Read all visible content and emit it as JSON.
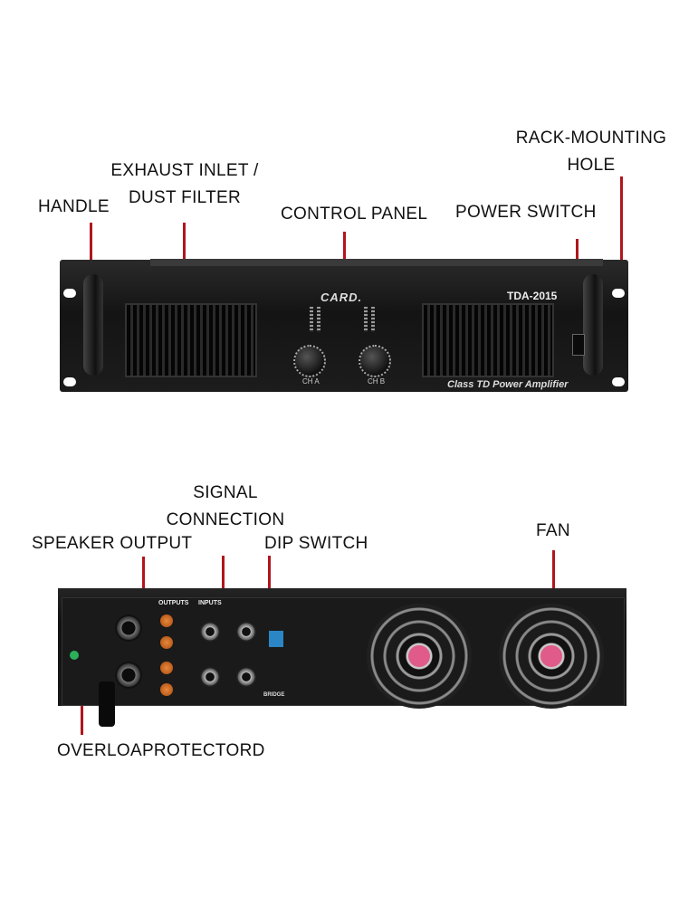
{
  "labels": {
    "rack_mounting_hole_1": "RACK-MOUNTING",
    "rack_mounting_hole_2": "HOLE",
    "exhaust_1": "EXHAUST INLET /",
    "exhaust_2": "DUST FILTER",
    "handle": "HANDLE",
    "control_panel": "CONTROL PANEL",
    "power_switch": "POWER SWITCH",
    "signal_1": "SIGNAL",
    "signal_2": "CONNECTION",
    "speaker_output": "SPEAKER OUTPUT",
    "dip_switch": "DIP SWITCH",
    "fan": "FAN",
    "overload": "OVERLOAPROTECTORD"
  },
  "front_panel": {
    "brand": "CARD.",
    "model": "TDA-2015",
    "subtitle": "Class TD Power Amplifier",
    "channel_a": "CH A",
    "channel_b": "CH B"
  },
  "rear_panel": {
    "outputs_title": "OUTPUTS",
    "inputs_title": "INPUTS",
    "bridge": "BRIDGE"
  },
  "colors": {
    "pointer": "#b0161c",
    "fan_hub": "#e05a8a",
    "dip": "#2b86c6"
  }
}
